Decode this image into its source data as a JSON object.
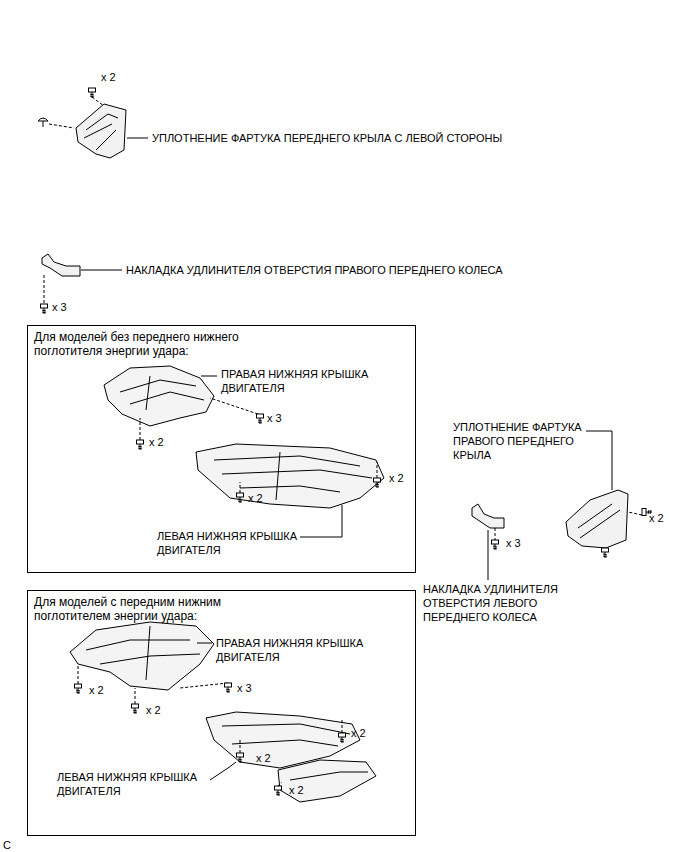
{
  "diagram": {
    "nodes": [
      {
        "text": [
          "Для моделей без переднего нижнего поглотителя энергии удара:"
        ]
      },
      {
        "text": [
          "Для моделей с передним нижним поглотителем энергии удара:"
        ]
      }
    ],
    "labels": [
      "x 2",
      "УПЛОТНЕНИЕ ФАРТУКА ПЕРЕДНЕГО КРЫЛА С ЛЕВОЙ СТОРОНЫ",
      "НАКЛАДКА УДЛИНИТЕЛЯ ОТВЕРСТИЯ ПРАВОГО ПЕРЕДНЕГО КОЛЕСА",
      "x 3",
      "ПРАВАЯ НИЖНЯЯ КРЫШКА ДВИГАТЕЛЯ",
      "x 3",
      "x 2",
      "x 2",
      "x 2",
      "ЛЕВАЯ НИЖНЯЯ КРЫШКА ДВИГАТЕЛЯ",
      "УПЛОТНЕНИЕ ФАРТУКА ПРАВОГО ПЕРЕДНЕГО КРЫЛА",
      "x 2",
      "x 3",
      "НАКЛАДКА УДЛИНИТЕЛЯ ОТВЕРСТИЯ ЛЕВОГО ПЕРЕДНЕГО КОЛЕСА",
      "ПРАВАЯ НИЖНЯЯ КРЫШКА ДВИГАТЕЛЯ",
      "x 2",
      "x 3",
      "x 2",
      "x 2",
      "x 2",
      "ЛЕВАЯ НИЖНЯЯ КРЫШКА ДВИГАТЕЛЯ",
      "x 2",
      "C"
    ]
  }
}
